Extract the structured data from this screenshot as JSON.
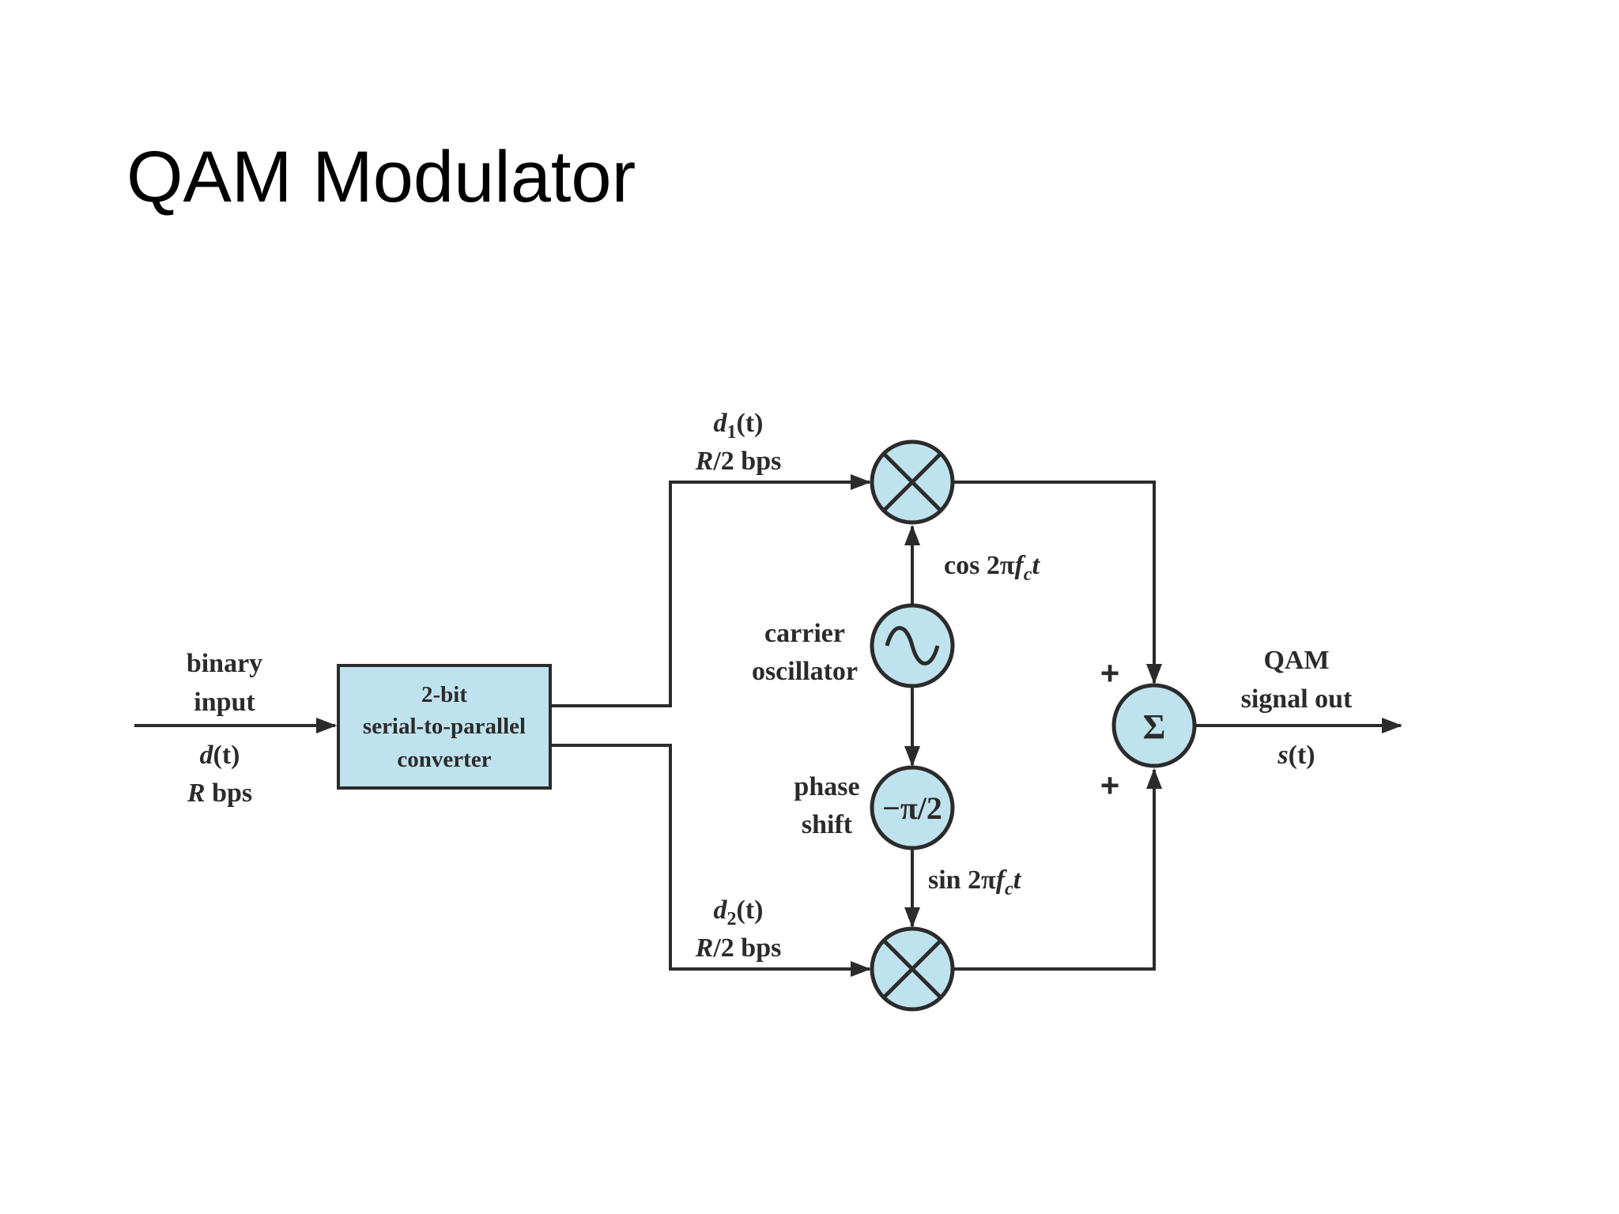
{
  "title": "QAM Modulator",
  "colors": {
    "block_fill": "#bfe3ee",
    "line": "#2b2b2b",
    "background": "#ffffff"
  },
  "diagram": {
    "input": {
      "line1": "binary",
      "line2": "input",
      "signal_name": "d",
      "signal_arg": "(t)",
      "rate_var": "R",
      "rate_unit": " bps"
    },
    "converter": {
      "line1": "2-bit",
      "line2": "serial-to-parallel",
      "line3": "converter"
    },
    "upper_branch": {
      "signal_name": "d",
      "signal_sub": "1",
      "signal_arg": "(t)",
      "rate_var": "R",
      "rate_unit": "/2 bps"
    },
    "lower_branch": {
      "signal_name": "d",
      "signal_sub": "2",
      "signal_arg": "(t)",
      "rate_var": "R",
      "rate_unit": "/2 bps"
    },
    "cos_label": {
      "prefix": "cos 2π",
      "var": "f",
      "sub": "c",
      "suffix": "t"
    },
    "sin_label": {
      "prefix": "sin 2π",
      "var": "f",
      "sub": "c",
      "suffix": "t"
    },
    "oscillator": {
      "line1": "carrier",
      "line2": "oscillator",
      "symbol": "∼"
    },
    "phase_shift": {
      "line1": "phase",
      "line2": "shift",
      "symbol": "−π/2"
    },
    "summer": {
      "symbol": "Σ",
      "plus_top": "+",
      "plus_bottom": "+"
    },
    "output": {
      "line1": "QAM",
      "line2": "signal out",
      "signal_name": "s",
      "signal_arg": "(t)"
    }
  }
}
